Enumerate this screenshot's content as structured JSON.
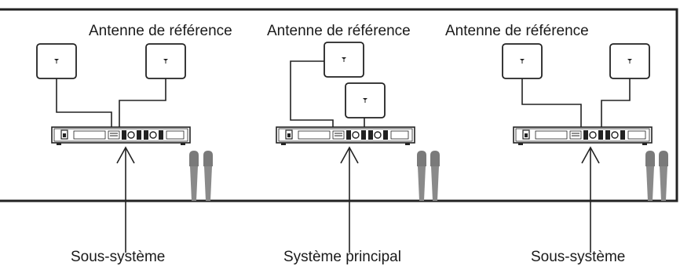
{
  "labels": {
    "ref_antenna": [
      "Antenne de référence",
      "Antenne de référence",
      "Antenne de référence"
    ],
    "systems": [
      "Sous-système",
      "Système principal",
      "Sous-système"
    ]
  },
  "icons": {
    "antenna": "antenna-icon",
    "receiver": "receiver-rack-icon",
    "microphone": "handheld-microphone-icon",
    "arrow": "arrow-up-icon"
  },
  "colors": {
    "line": "#222222",
    "microphone": "#7a7a7a",
    "background": "#ffffff"
  }
}
